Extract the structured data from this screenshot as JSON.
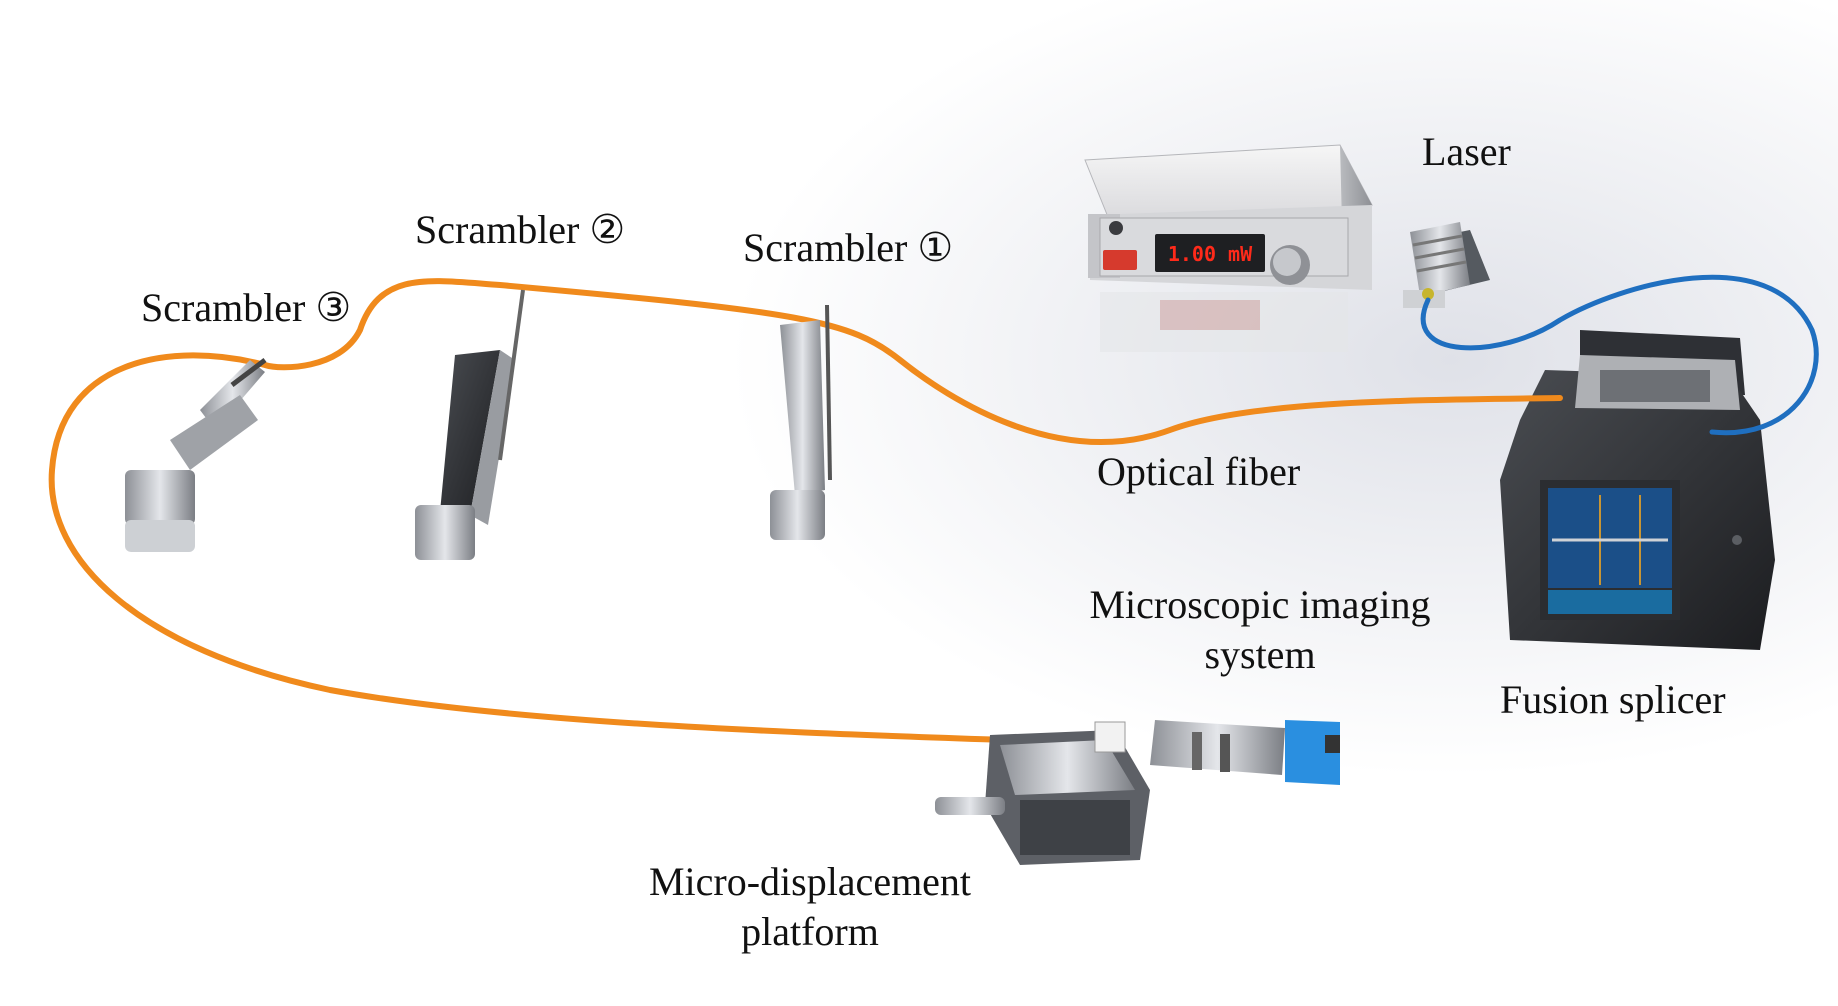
{
  "labels": {
    "laser": "Laser",
    "scrambler_1": "Scrambler ①",
    "scrambler_2": "Scrambler ②",
    "scrambler_3": "Scrambler ③",
    "optical_fiber": "Optical fiber",
    "microscopic_imaging_line1": "Microscopic imaging",
    "microscopic_imaging_line2": "system",
    "fusion_splicer": "Fusion splicer",
    "micro_displacement_line1": "Micro-displacement",
    "micro_displacement_line2": "platform"
  },
  "laser_display": "1.00 mW",
  "colors": {
    "fiber_orange": "#f08a1c",
    "patch_cord_blue": "#1f6fc0",
    "display_red": "#ff2a1a",
    "camera_blue": "#2a8fe0"
  },
  "icons": [
    "laser-source-icon",
    "laser-controller-icon",
    "scrambler-icon",
    "fusion-splicer-icon",
    "camera-icon",
    "stage-icon"
  ]
}
